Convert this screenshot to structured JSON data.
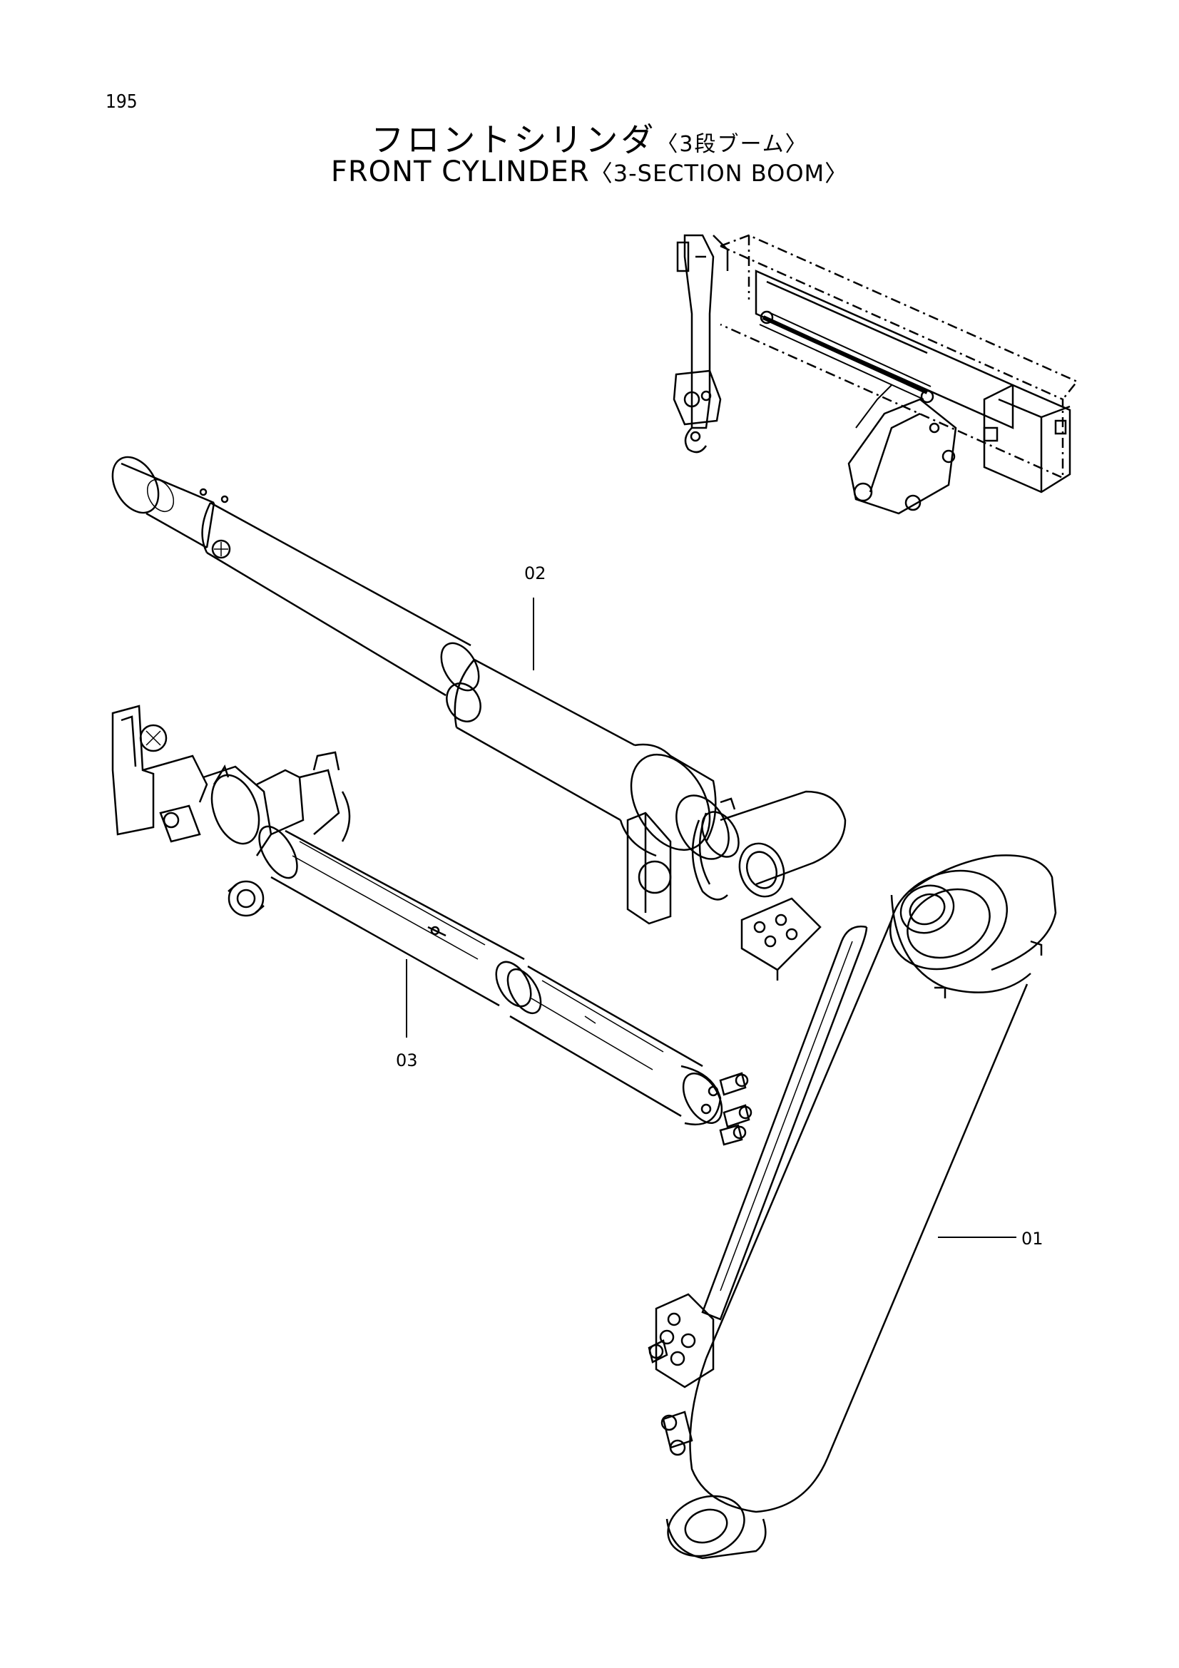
{
  "page_number": "195",
  "title_jp": "フロントシリンダ",
  "title_jp_sub": "〈3段ブーム〉",
  "title_en": "FRONT CYLINDER",
  "title_en_sub": "〈3-SECTION BOOM〉",
  "callouts": {
    "c01": "01",
    "c02": "02",
    "c03": "03"
  }
}
